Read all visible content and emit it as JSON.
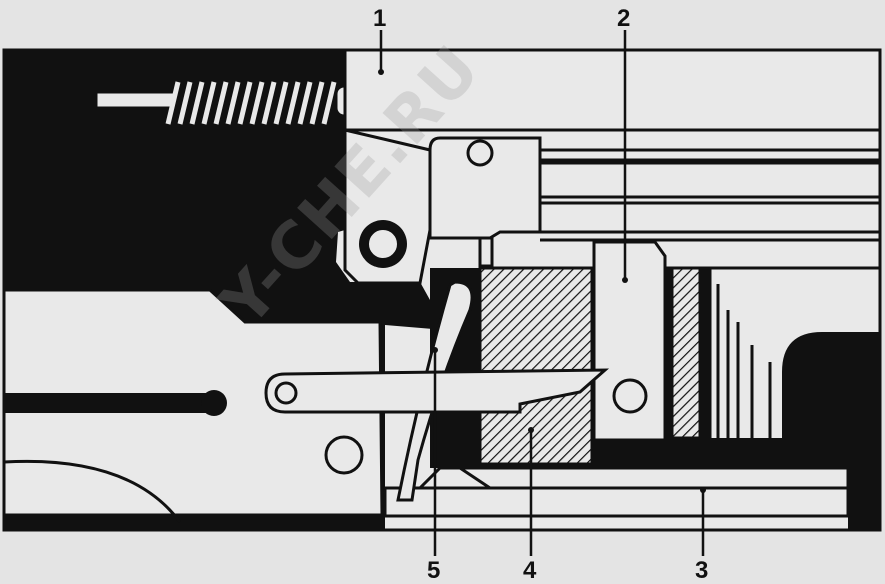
{
  "labels": [
    "1",
    "2",
    "3",
    "4",
    "5"
  ],
  "watermark": "Y-CHE.RU",
  "colors": {
    "background": "#e4e4e4",
    "ink": "#111111",
    "paper": "#e9e9e9"
  }
}
